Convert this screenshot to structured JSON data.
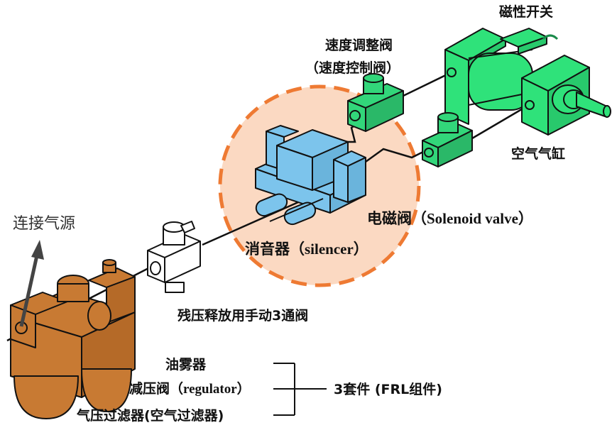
{
  "title": "Pneumatic system components",
  "colors": {
    "cylinder_green": "#2fe27a",
    "valve_green": "#32d67a",
    "solenoid_blue": "#7cc4ec",
    "frl_brown": "#c87a33",
    "highlight_fill": "#fbd9c2",
    "highlight_dash": "#ee7a33",
    "line": "#111111"
  },
  "labels": {
    "magnetic_switch": "磁性开关",
    "speed_valve_line1": "速度调整阀",
    "speed_valve_line2": "（速度控制阀）",
    "air_cylinder": "空气气缸",
    "solenoid_valve": "电磁阀（Solenoid valve）",
    "silencer": "消音器（silencer）",
    "air_source": "连接气源",
    "manual_valve": "残压释放用手动3通阀",
    "lubricator": "油雾器",
    "regulator": "减压阀（regulator）",
    "filter": "气压过滤器(空气过滤器)",
    "frl_group": "3套件 (FRL组件)"
  }
}
